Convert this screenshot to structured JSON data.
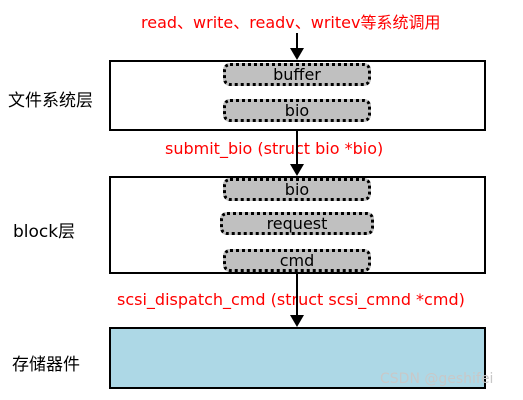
{
  "calls_top": "read、write、readv、writev等系统调用",
  "layers": {
    "fs": {
      "label": "文件系统层",
      "chips": [
        "buffer",
        "bio"
      ]
    },
    "block": {
      "label": "block层",
      "chips": [
        "bio",
        "request",
        "cmd"
      ]
    },
    "storage": {
      "label": "存储器件"
    }
  },
  "interfaces": {
    "submit_bio": "submit_bio (struct bio *bio)",
    "scsi_dispatch": "scsi_dispatch_cmd (struct scsi_cmnd *cmd)"
  },
  "watermark": "CSDN @geshifei",
  "colors": {
    "api_text": "#ff0000",
    "chip_fill": "#c0c0c0",
    "storage_fill": "#add8e6"
  }
}
